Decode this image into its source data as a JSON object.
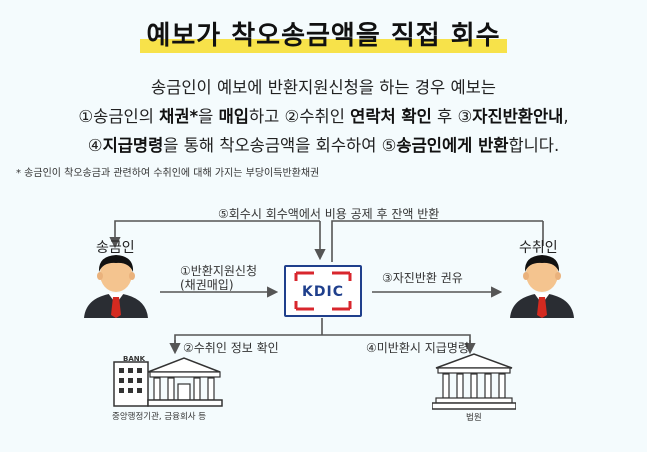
{
  "title": "예보가 착오송금액을 직접 회수",
  "description": {
    "line1": "송금인이 예보에 반환지원신청을 하는 경우 예보는",
    "line2": {
      "p1": "①송금인의 ",
      "b1": "채권*",
      "p2": "을 ",
      "b2": "매입",
      "p3": "하고 ②수취인 ",
      "b3": "연락처 확인",
      "p4": " 후 ③",
      "b4": "자진반환안내",
      "p5": ","
    },
    "line3": {
      "p1": "④",
      "b1": "지급명령",
      "p2": "을 통해 착오송금액을 회수하여 ⑤",
      "b2": "송금인에게 반환",
      "p3": "합니다."
    }
  },
  "footnote": "* 송금인이 착오송금과 관련하여 수취인에 대해 가지는 부당이득반환채권",
  "diagram": {
    "step5": "⑤회수시 회수액에서 비용 공제 후 잔액 반환",
    "sender": "송금인",
    "receiver": "수취인",
    "step1_line1": "①반환지원신청",
    "step1_line2": "(채권매입)",
    "center": "KDIC",
    "step3": "③자진반환 권유",
    "step2": "②수취인 정보 확인",
    "step4": "④미반환시 지급명령",
    "bank_sign": "BANK",
    "bank_caption": "중앙행정기관, 금융회사 등",
    "court_caption": "법원"
  },
  "colors": {
    "highlight": "#f7e24a",
    "kdic_blue": "#1f3f8c",
    "kdic_red": "#d8262d",
    "tie_red": "#d42a20",
    "line_blue": "#4a6fa5"
  }
}
